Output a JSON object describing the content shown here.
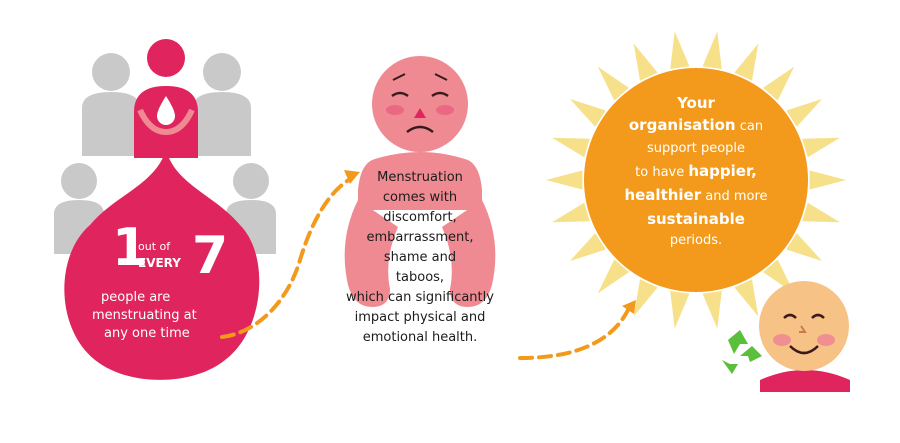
{
  "panel1": {
    "big_one": "1",
    "out_of": "out of",
    "every": "EVERY",
    "big_seven": "7",
    "line1": "people are",
    "line2": "menstruating at",
    "line3": "any one time"
  },
  "panel2": {
    "lines": [
      "Menstruation",
      "comes with",
      "discomfort,",
      "embarrassment,",
      "shame and",
      "taboos,",
      "which can significantly",
      "impact physical and",
      "emotional health."
    ]
  },
  "panel3": {
    "your": "Your",
    "organisation": "organisation",
    "can": " can",
    "support": "support people",
    "to_have": "to have ",
    "happier": "happier,",
    "healthier": "healthier",
    "and_more": " and more",
    "sustainable": "sustainable",
    "periods": "periods."
  },
  "colors": {
    "pink": "#e0245e",
    "salmon": "#ef8a92",
    "orange": "#f39a1d",
    "sun_ray": "#f7e08a",
    "grey": "#c9c9c9",
    "green": "#5bbf3c"
  },
  "icons": [
    "people-silhouettes-icon",
    "blood-drop-icon",
    "sad-face-icon",
    "sun-icon",
    "smiling-child-icon",
    "recycle-icon",
    "dashed-arrow-icon"
  ]
}
